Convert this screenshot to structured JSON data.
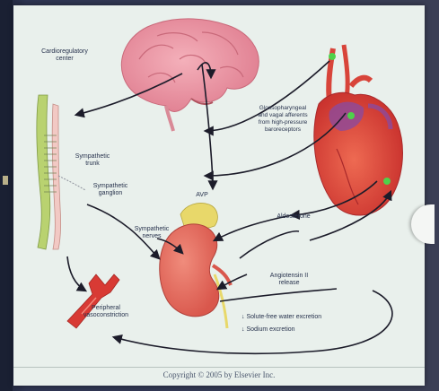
{
  "labels": {
    "cardioregulatory": [
      "Cardioregulatory",
      "center"
    ],
    "glossopharyngeal": [
      "Glossopharyngeal",
      "and vagal afferents",
      "from high-pressure",
      "baroreceptors"
    ],
    "sympathetic_trunk": [
      "Sympathetic",
      "trunk"
    ],
    "sympathetic_ganglion": [
      "Sympathetic",
      "ganglion"
    ],
    "avp": "AVP",
    "sympathetic_nerves": [
      "Sympathetic",
      "nerves"
    ],
    "aldosterone": "Aldosterone",
    "angiotensin": [
      "Angiotensin II",
      "release"
    ],
    "peripheral": [
      "Peripheral",
      "vasoconstriction"
    ],
    "solute_free_water": "Solute-free water excretion",
    "sodium_excretion": "Sodium excretion",
    "down_arrow": "↓"
  },
  "copyright": "Copyright © 2005 by Elsevier Inc.",
  "colors": {
    "brain": "#e9899a",
    "kidney": "#e4665a",
    "adrenal": "#e8d86a",
    "heart": "#d8443a",
    "vessel": "#d83a34",
    "spine_green": "#b9d270",
    "spine_pink": "#f2c9c4",
    "arrow": "#1c1c2a"
  }
}
